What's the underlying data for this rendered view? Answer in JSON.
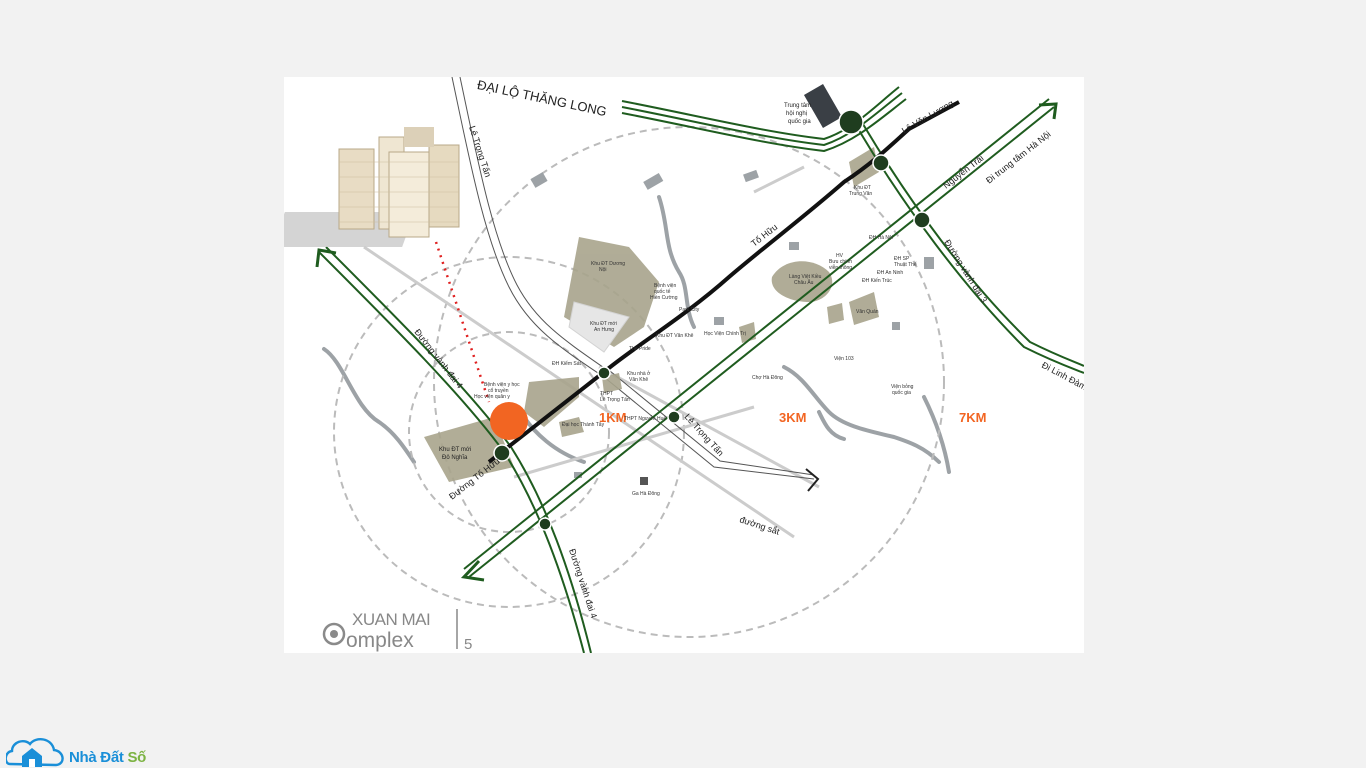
{
  "map": {
    "road_labels": {
      "dai_lo_thang_long": "ĐẠI LỘ THĂNG LONG",
      "le_trong_tan_top": "Lê Trọng Tấn",
      "le_van_luong": "Lê Văn Lương",
      "nguyen_trai": "Nguyễn Trãi",
      "di_trung_tam": "Đi trung tâm Hà Nội",
      "to_huu": "Tố Hữu",
      "vanh_dai_3": "Đường vành đai 3",
      "vanh_dai_4_top": "Đường vành đai 4",
      "vanh_dai_4_bottom": "Đường vành đai 4",
      "duong_to_huu": "Đường Tố Hữu",
      "le_trong_tan_bottom": "Lê Trọng Tấn",
      "duong_sat": "đường sắt",
      "di_linh_dam": "Đi Linh Đàm"
    },
    "distance_labels": {
      "km1": "1KM",
      "km3": "3KM",
      "km7": "7KM"
    },
    "place_labels": {
      "trung_tam_hnqg": [
        "Trung tâm",
        "hội nghị",
        "quốc gia"
      ],
      "khu_dt_trung_van": [
        "Khu ĐT",
        "Trung Văn"
      ],
      "khu_dt_duong_noi": [
        "Khu ĐT Dương",
        "Nội"
      ],
      "benh_vien_qt": [
        "Bệnh viện",
        "quốc tế",
        "Hiền Cường"
      ],
      "park_city": "Park City",
      "khu_dt_an_hung": [
        "Khu ĐT mới",
        "An Hưng"
      ],
      "khu_dt_van_khe": "Khu ĐT Văn Khê",
      "hoc_vien_chinh_tri": "Học Viện Chính Trị",
      "the_pride": "The Pride",
      "dh_ha_noi": "ĐH Hà Nội",
      "hv_buu_chinh": [
        "HV",
        "Bưu chính",
        "viễn thông"
      ],
      "dh_sp_tdtt": [
        "ĐH SP",
        "Thuật Thể"
      ],
      "dh_an_ninh": "ĐH An Ninh",
      "dh_kien_truc": "ĐH Kiến Trúc",
      "lang_viet_kieu": [
        "Làng Việt Kiều",
        "Châu Âu"
      ],
      "van_quan": "Văn Quán",
      "dh_kiem_sat": "ĐH Kiểm Sát",
      "khu_nha_o_van_khe": [
        "Khu nhà ở",
        "Văn Khê"
      ],
      "benh_vien_y_hoc": [
        "Bệnh viện y học",
        "cổ truyền"
      ],
      "hoc_vien_quan_y": "Học viện quân y",
      "thpt_le_trong_tan": [
        "THPT",
        "Lê Trọng Tấn"
      ],
      "dai_hoc_thanh_tay": "Đại học Thành Tây",
      "thpt_nguyen_hue": "THPT Nguyễn Huệ",
      "cho_ha_dong": "Chợ Hà Đông",
      "vien_103": "Viện 103",
      "vien_bong": [
        "Viện bỏng",
        "quốc gia"
      ],
      "ga_ha_dong": "Ga Hà Đông",
      "khu_dt_do_nghia": [
        "Khu ĐT mới",
        "Đô Nghĩa"
      ]
    },
    "project_logo": {
      "line1": "XUAN MAI",
      "line2_initial": "C",
      "line2_rest": "omplex",
      "number": "5"
    },
    "colors": {
      "green_road": "#1f5c1f",
      "highlight": "#f26522",
      "area_fill": "#a8a48c",
      "water": "#9da2a6"
    }
  },
  "brand": {
    "name_part1": "Nhà Đất ",
    "name_part2": "Số"
  }
}
